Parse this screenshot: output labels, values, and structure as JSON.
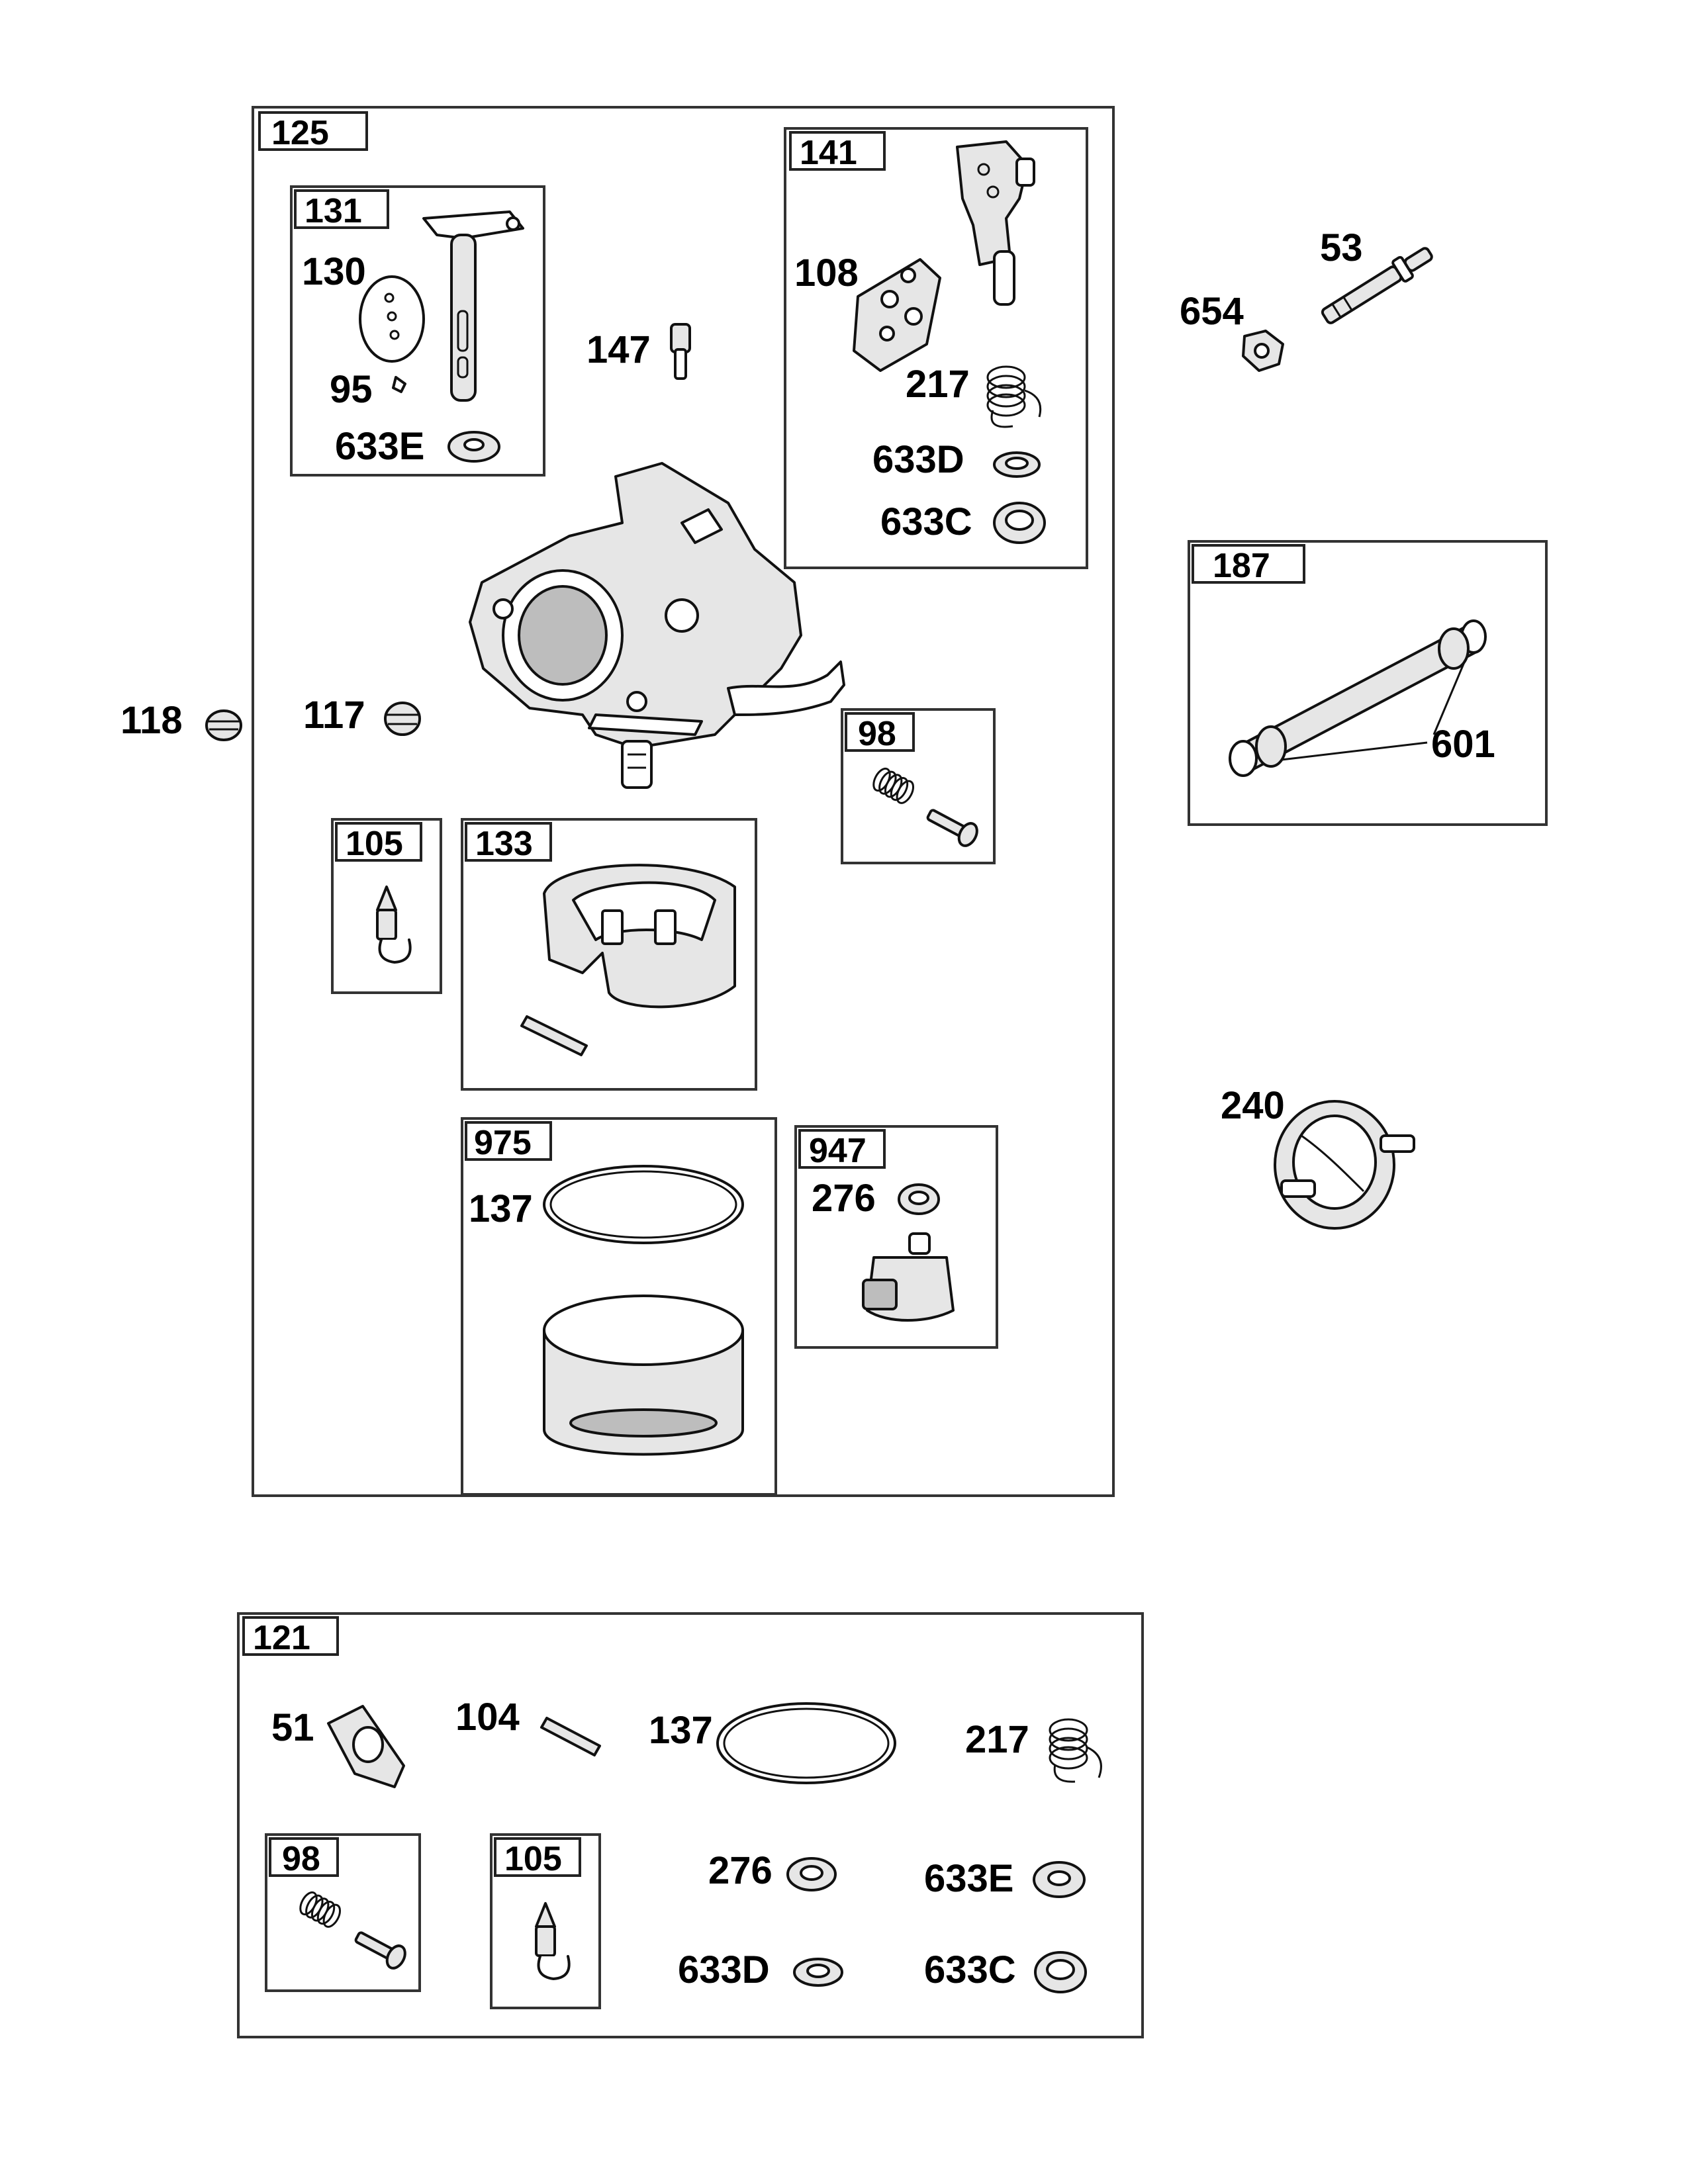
{
  "assemblies": {
    "a125": "125",
    "a131": "131",
    "a141": "141",
    "a105": "105",
    "a133": "133",
    "a98": "98",
    "a975": "975",
    "a947": "947",
    "a187": "187",
    "a121": "121",
    "a121_98": "98",
    "a121_105": "105"
  },
  "parts": {
    "p130": "130",
    "p95": "95",
    "p633E": "633E",
    "p147": "147",
    "p108": "108",
    "p217": "217",
    "p633D": "633D",
    "p633C": "633C",
    "p118": "118",
    "p117": "117",
    "p137": "137",
    "p276": "276",
    "p654": "654",
    "p53": "53",
    "p601": "601",
    "p240": "240",
    "k51": "51",
    "k104": "104",
    "k137": "137",
    "k217": "217",
    "k276": "276",
    "k633E": "633E",
    "k633D": "633D",
    "k633C": "633C"
  }
}
